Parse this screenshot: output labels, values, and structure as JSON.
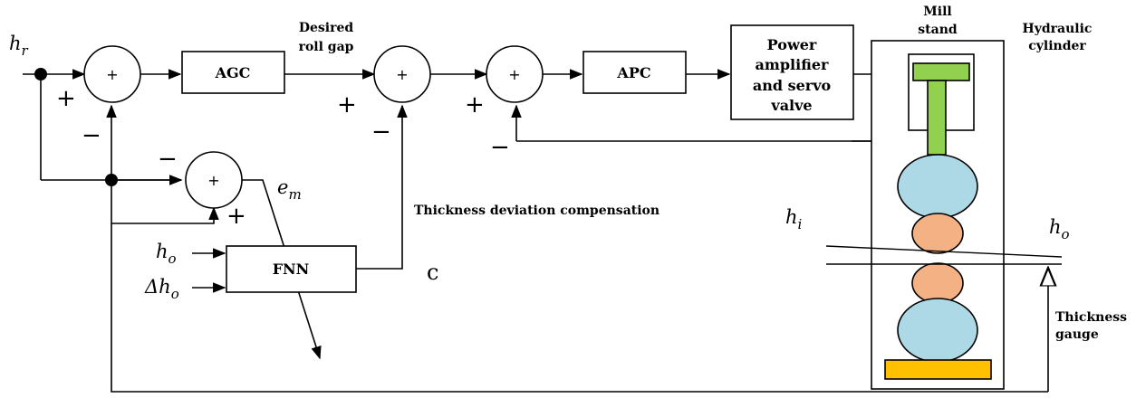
{
  "blocks": {
    "agc": "AGC",
    "apc": "APC",
    "power_amp": [
      "Power",
      "amplifier",
      "and servo",
      "valve"
    ],
    "fnn": "FNN"
  },
  "labels": {
    "desired_roll_gap": [
      "Desired",
      "roll gap"
    ],
    "mill_stand": [
      "Mill",
      "stand"
    ],
    "hydraulic_cylinder": [
      "Hydraulic",
      "cylinder"
    ],
    "thickness_comp": "Thickness deviation compensation",
    "thickness_gauge": [
      "Thickness",
      "gauge"
    ],
    "c": "c"
  },
  "symbols": {
    "h_r": {
      "base": "h",
      "sub": "r"
    },
    "h_o_in": {
      "base": "h",
      "sub": "o"
    },
    "dh_o": {
      "base": "Δh",
      "sub": "o"
    },
    "e_m": {
      "base": "e",
      "sub": "m"
    },
    "h_i": {
      "base": "h",
      "sub": "i"
    },
    "h_o_out": {
      "base": "h",
      "sub": "o"
    }
  },
  "signs": {
    "sum_glyph": "+",
    "plus": "+",
    "minus": "−"
  },
  "colors": {
    "cylinder": "#92d050",
    "backup_roll": "#add8e6",
    "work_roll": "#f4b183",
    "base": "#ffc000"
  }
}
